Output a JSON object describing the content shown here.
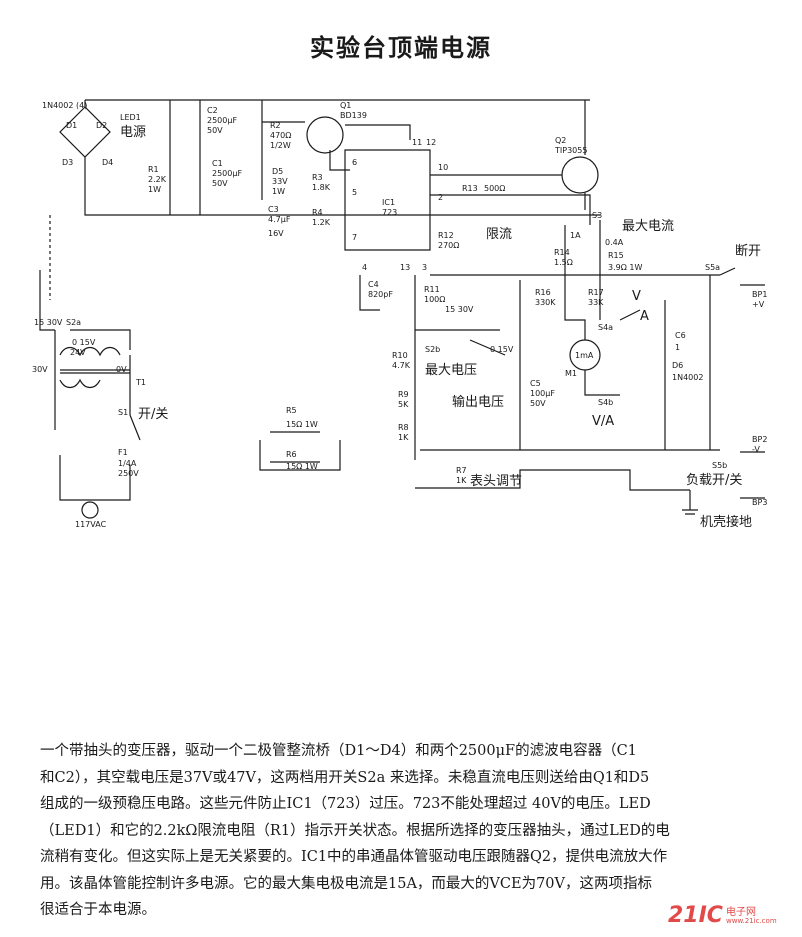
{
  "title": "实验台顶端电源",
  "labels": {
    "diode_bridge": "1N4002 (4)",
    "d1": "D1",
    "d2": "D2",
    "d3": "D3",
    "d4": "D4",
    "led1": "LED1",
    "power_cn": "电源",
    "c2": "C2",
    "c2_val1": "2500μF",
    "c2_val2": "50V",
    "r2": "R2",
    "r2_val1": "470Ω",
    "r2_val2": "1/2W",
    "q1": "Q1",
    "q1_part": "BD139",
    "c1": "C1",
    "c1_val1": "2500μF",
    "c1_val2": "50V",
    "r1": "R1",
    "r1_val1": "2.2K",
    "r1_val2": "1W",
    "d5": "D5",
    "d5_val1": "33V",
    "d5_val2": "1W",
    "c3": "C3",
    "c3_val1": "4.7μF",
    "c3_val2": "16V",
    "r3": "R3",
    "r3_val": "1.8K",
    "r4": "R4",
    "r4_val": "1.2K",
    "ic1": "IC1",
    "ic1_part": "723",
    "q2": "Q2",
    "q2_part": "TIP3055",
    "r13": "R13",
    "r13_val": "500Ω",
    "r12": "R12",
    "r12_val": "270Ω",
    "limit_cn": "限流",
    "s3": "S3",
    "max_current_cn": "最大电流",
    "r14": "R14",
    "r14_val": "1.5Ω",
    "r15": "R15",
    "r15_val": "3.9Ω 1W",
    "val_1a": "1A",
    "val_04a": "0.4A",
    "off_cn": "断开",
    "s5a": "S5a",
    "bp1": "BP1",
    "bp1_pol": "+V",
    "c4": "C4",
    "c4_val": "820pF",
    "r11": "R11",
    "r11_val": "100Ω",
    "r16": "R16",
    "r16_val": "330K",
    "r17": "R17",
    "r17_val": "33K",
    "v_label": "V",
    "a_label": "A",
    "s4a": "S4a",
    "s4b": "S4b",
    "c6": "C6",
    "c6_val": "1",
    "d6": "D6",
    "d6_part": "1N4002",
    "meter": "1mA",
    "m1": "M1",
    "s2a": "S2a",
    "s2b": "S2b",
    "v1530": "15 30V",
    "v015": "0 15V",
    "r10": "R10",
    "r10_val": "4.7K",
    "max_voltage_cn": "最大电压",
    "r9": "R9",
    "r9_val": "5K",
    "output_voltage_cn": "输出电压",
    "c5": "C5",
    "c5_val1": "100μF",
    "c5_val2": "50V",
    "r8": "R8",
    "r8_val": "1K",
    "va_label": "V/A",
    "bp2": "BP2",
    "bp2_pol": "-V",
    "s5b": "S5b",
    "load_switch_cn": "负载开/关",
    "bp3": "BP3",
    "chassis_gnd_cn": "机壳接地",
    "t1": "T1",
    "tap_24v": "24V",
    "tap_30v": "30V",
    "tap_0v": "0V",
    "tap_015v": "0 15V",
    "s1": "S1",
    "power_switch_cn": "开/关",
    "f1": "F1",
    "f1_val1": "1/4A",
    "f1_val2": "250V",
    "mains": "117VAC",
    "r5": "R5",
    "r5_val": "15Ω 1W",
    "r6": "R6",
    "r6_val": "15Ω 1W",
    "r7": "R7",
    "r7_val": "1K",
    "meter_adj_cn": "表头调节",
    "pin_13": "13",
    "pin_12": "12",
    "pin_11": "11",
    "pin_10": "10",
    "pin_6": "6",
    "pin_5": "5",
    "pin_4": "4",
    "pin_3": "3",
    "pin_2": "2",
    "pin_7": "7"
  },
  "description": [
    "一个带抽头的变压器，驱动一个二极管整流桥（D1～D4）和两个2500μF的滤波电容器（C1",
    "和C2），其空载电压是37V或47V，这两档用开关S2a 来选择。未稳直流电压则送给由Q1和D5",
    "组成的一级预稳压电路。这些元件防止IC1（723）过压。723不能处理超过 40V的电压。LED",
    "（LED1）和它的2.2kΩ限流电阻（R1）指示开关状态。根据所选择的变压器抽头，通过LED的电",
    "流稍有变化。但这实际上是无关紧要的。IC1中的串通晶体管驱动电压跟随器Q2，提供电流放大作",
    "用。该晶体管能控制许多电源。它的最大集电极电流是15A，而最大的VCE为70V，这两项指标",
    "很适合于本电源。"
  ],
  "watermark": {
    "brand": "21IC",
    "cn": "电子网",
    "url": "www.21ic.com"
  }
}
